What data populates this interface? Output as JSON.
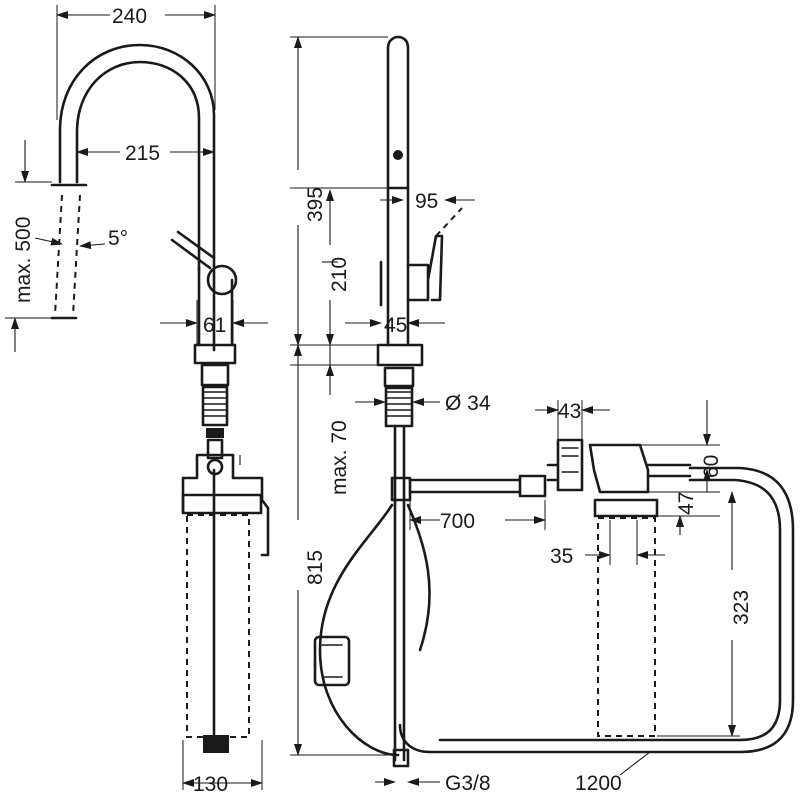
{
  "drawing": {
    "dimensions": {
      "spout_reach_total": "240",
      "spout_reach_outlet": "215",
      "pullout_length": "max. 500",
      "spray_angle": "5°",
      "base_diameter_front": "61",
      "height_total": "395",
      "handle_height": "210",
      "handle_reach": "95",
      "base_width_side": "45",
      "mounting_hole": "Ø 34",
      "deck_thickness": "max. 70",
      "below_deck_height": "815",
      "hose_length_to_unit": "700",
      "unit_width": "43",
      "unit_top_offset": "60",
      "unit_mid_offset": "47",
      "unit_outlet_spacing": "35",
      "unit_height": "323",
      "hose_loop_length": "1200",
      "counterweight_width": "130",
      "connection_thread": "G3/8"
    }
  }
}
